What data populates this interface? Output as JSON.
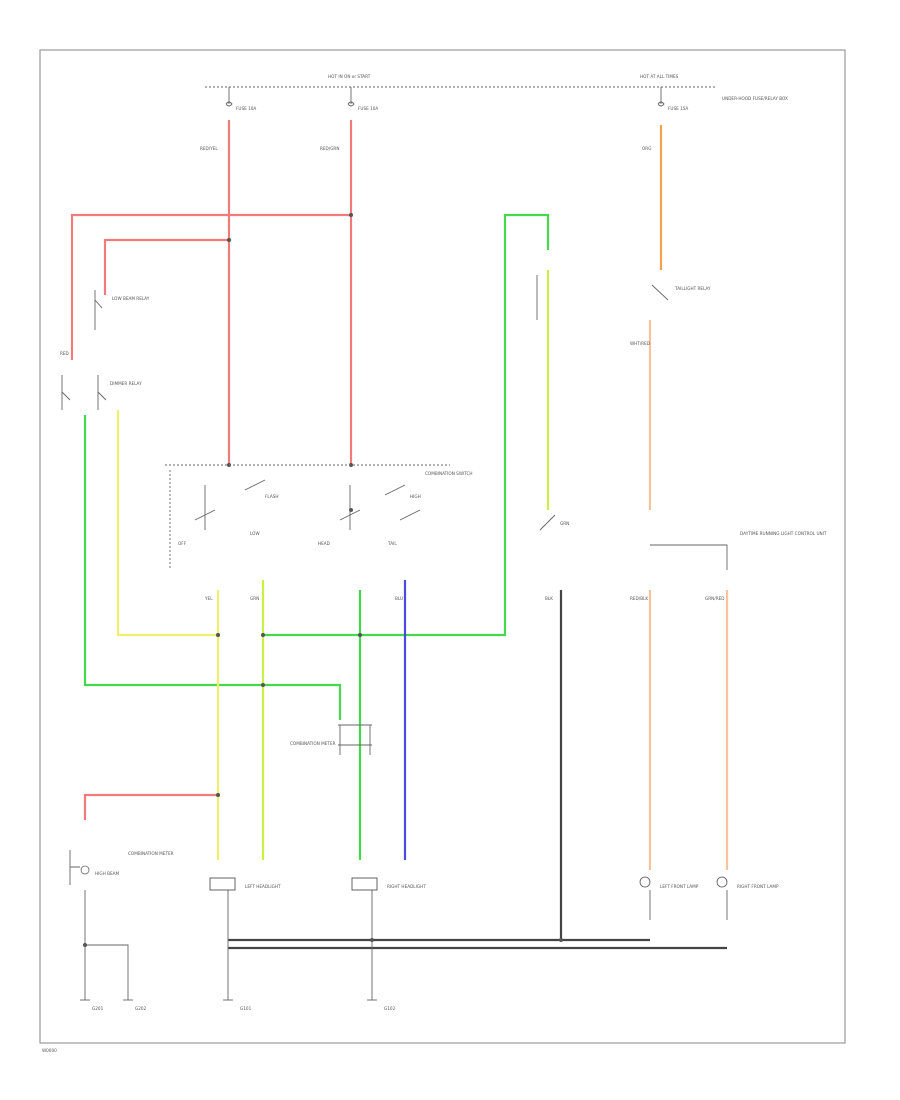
{
  "colors": {
    "red": "#f27a7a",
    "green": "#43d94a",
    "yellow": "#efef6c",
    "yellow_green": "#c8ef43",
    "blue": "#4a4ae0",
    "orange": "#f5a24e",
    "light_orange": "#f8c39a",
    "black": "#444444",
    "frame": "#9a9a9a"
  },
  "labels": {
    "hot_left": "HOT IN ON or START",
    "hot_right": "HOT AT ALL TIMES",
    "fuse_1": "FUSE 10A",
    "fuse_2": "FUSE 10A",
    "fuse_3": "FUSE 15A",
    "wire_rd_yl": "RED/YEL",
    "wire_rd_gt": "RED/GRN",
    "wire_org": "ORG",
    "wire_red_blk": "RED/BLK",
    "wire_grn_red": "GRN/RED",
    "wire_wht_red": "WHT/RED",
    "wire_red": "RED",
    "wire_yel": "YEL",
    "wire_grn": "GRN",
    "wire_blu": "BLU",
    "wire_blk": "BLK",
    "relay_left": "LOW BEAM RELAY",
    "relay_dimmer": "DIMMER RELAY",
    "switch_combo": "COMBINATION SWITCH",
    "switch_flash": "FLASH",
    "switch_high": "HIGH",
    "switch_low": "LOW",
    "switch_off": "OFF",
    "switch_head": "HEAD",
    "switch_tail": "TAIL",
    "right_relay": "TAILLIGHT RELAY",
    "right_box": "UNDER-HOOD FUSE/RELAY BOX",
    "left_headlight": "LEFT HEADLIGHT",
    "right_headlight": "RIGHT HEADLIGHT",
    "left_lamp": "LEFT FRONT LAMP",
    "right_lamp": "RIGHT FRONT LAMP",
    "indicator": "COMBINATION METER",
    "high_beam": "HIGH BEAM",
    "ground_1": "G201",
    "ground_2": "G202",
    "ground_3": "G101",
    "ground_4": "G102",
    "dimmer_box": "DAYTIME RUNNING LIGHT CONTROL UNIT",
    "footer": "W0000"
  }
}
